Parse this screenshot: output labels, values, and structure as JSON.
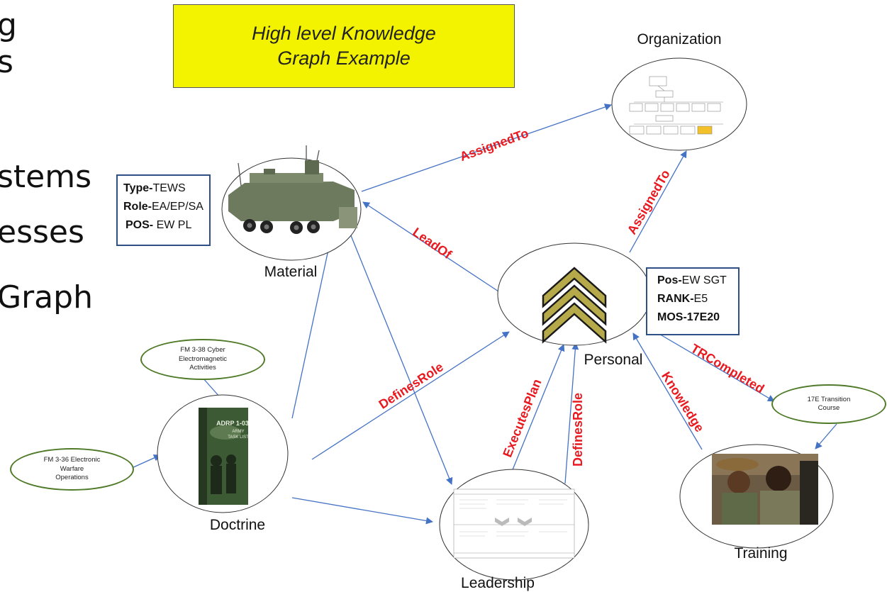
{
  "left_text": [
    "g",
    "s",
    "stems",
    "esses",
    "Graph"
  ],
  "title": [
    "High level Knowledge",
    "Graph Example"
  ],
  "nodes": {
    "organization": "Organization",
    "material": "Material",
    "personal": "Personal",
    "doctrine": "Doctrine",
    "leadership": "Leadership",
    "training": "Training"
  },
  "material_box": [
    {
      "key": "Type-",
      "value": "TEWS"
    },
    {
      "key": "Role-",
      "value": "EA/EP/SA"
    },
    {
      "key": "POS-",
      "value": " EW PL"
    }
  ],
  "personal_box": [
    {
      "key": "Pos-",
      "value": "EW SGT"
    },
    {
      "key": "RANK-",
      "value": "E5"
    },
    {
      "key": "MOS-17E20",
      "value": ""
    }
  ],
  "small_nodes": {
    "fm338": [
      "FM 3-38 Cyber",
      "Electromagnetic",
      "Activities"
    ],
    "fm336": [
      "FM 3-36 Electronic",
      "Warfare",
      "Operations"
    ],
    "transition": [
      "17E Transition",
      "Course"
    ]
  },
  "doctrine_book": {
    "title": "ADRP 1-03",
    "sub": [
      "ARMY",
      "TASK LIST"
    ]
  },
  "edges": {
    "assigned_to_1": "AssignedTo",
    "assigned_to_2": "AssignedTo",
    "lead_of": "LeadOf",
    "defines_role_1": "DefinesRole",
    "executes_plan": "ExecutesPlan",
    "defines_role_2": "DefinesRole",
    "knowledge": "Knowledge",
    "tr_completed": "TRCompleted"
  },
  "colors": {
    "edge_line": "#4472c4",
    "edge_label": "#e8191f",
    "title_bg": "#f3f300",
    "oval_green": "#4f7a28",
    "chevron": "#b5a94a"
  }
}
